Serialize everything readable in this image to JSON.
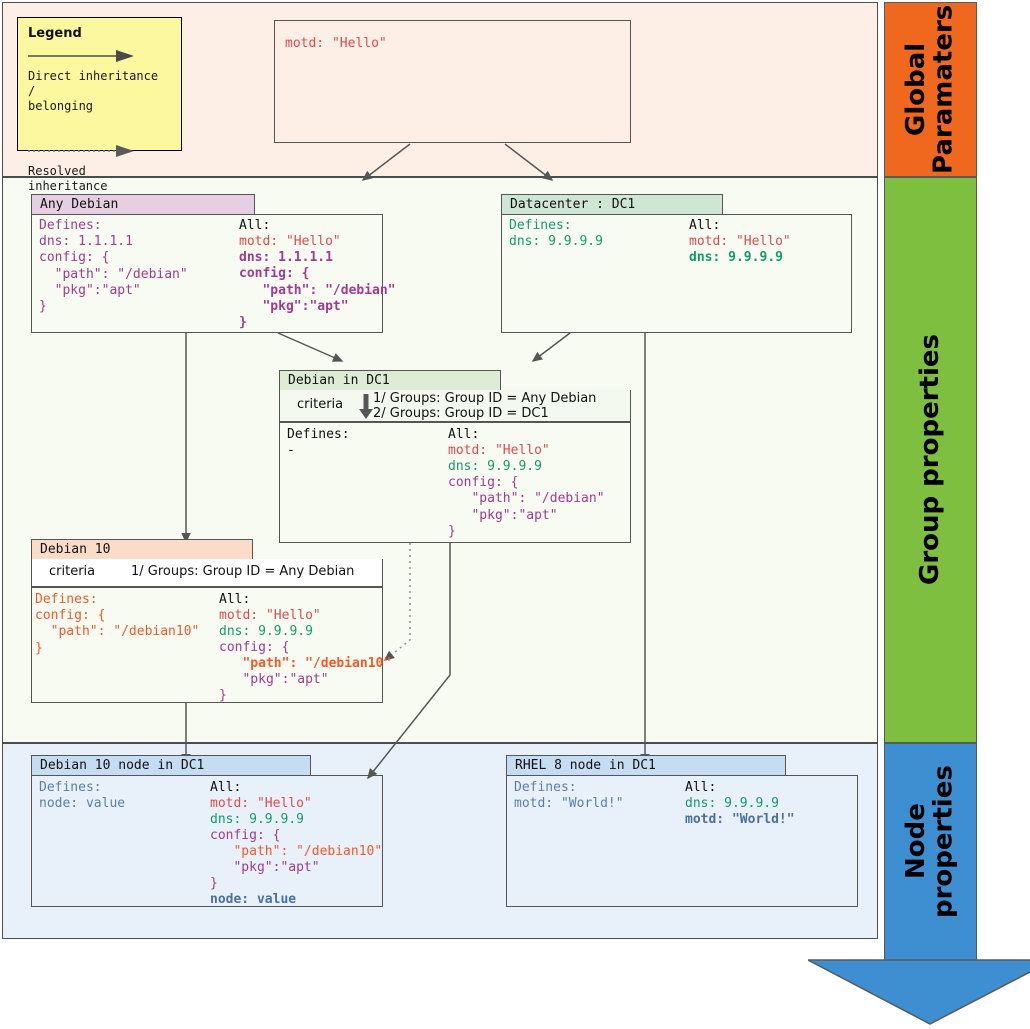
{
  "bands": {
    "global": {
      "label": "Global\nParamaters",
      "color": "#f0681e"
    },
    "group": {
      "label": "Group\nproperties",
      "color": "#7ebf3f"
    },
    "node": {
      "label": "Node\nproperties",
      "color": "#3d8fd1"
    }
  },
  "legend": {
    "title": "Legend",
    "solid_label": "Direct inheritance /\nbelonging",
    "dotted_label": "Resolved inheritance"
  },
  "global_box": {
    "text": "motd: \"Hello\""
  },
  "cards": {
    "any_debian": {
      "title": "Any Debian",
      "defines_label": "Defines:",
      "defines": "dns: 1.1.1.1\nconfig: {\n  \"path\": \"/debian\"\n  \"pkg\":\"apt\"\n}",
      "all_label": "All:",
      "all_plain": "motd: \"Hello\"",
      "all_bold": "dns: 1.1.1.1\nconfig: {\n   \"path\": \"/debian\"\n   \"pkg\":\"apt\"\n}"
    },
    "datacenter_dc1": {
      "title": "Datacenter : DC1",
      "defines_label": "Defines:",
      "defines": "dns: 9.9.9.9",
      "all_label": "All:",
      "all_plain": "motd: \"Hello\"",
      "all_bold": "dns: 9.9.9.9"
    },
    "debian_in_dc1": {
      "title": "Debian in DC1",
      "criteria_label": "criteria",
      "criteria_lines": "1/ Groups: Group ID = Any Debian\n2/ Groups: Group ID = DC1",
      "defines_label": "Defines:",
      "defines": "-",
      "all_label": "All:",
      "all_motd": "motd: \"Hello\"",
      "all_dns": "dns: 9.9.9.9",
      "all_config": "config: {\n   \"path\": \"/debian\"\n   \"pkg\":\"apt\"\n}"
    },
    "debian_10": {
      "title": "Debian 10",
      "criteria_label": "criteria",
      "criteria_lines": "1/ Groups: Group ID = Any Debian",
      "defines_label": "Defines:",
      "defines": "config: {\n  \"path\": \"/debian10\"\n}",
      "all_label": "All:",
      "all_motd": "motd: \"Hello\"",
      "all_dns": "dns: 9.9.9.9",
      "all_config_open": "config: {",
      "all_path_bold": "   \"path\": \"/debian10\"",
      "all_pkg": "   \"pkg\":\"apt\"",
      "all_close": "}"
    },
    "debian10_node": {
      "title": "Debian 10 node in DC1",
      "defines_label": "Defines:",
      "defines": "node: value",
      "all_label": "All:",
      "all_motd": "motd: \"Hello\"",
      "all_dns": "dns: 9.9.9.9",
      "all_config_open": "config: {",
      "all_path": "   \"path\": \"/debian10\"",
      "all_pkg": "   \"pkg\":\"apt\"",
      "all_close": "}",
      "all_node_bold": "node: value"
    },
    "rhel8_node": {
      "title": "RHEL 8 node in DC1",
      "defines_label": "Defines:",
      "defines": "motd: \"World!\"",
      "all_label": "All:",
      "all_dns": "dns: 9.9.9.9",
      "all_motd_bold": "motd: \"World!\""
    }
  },
  "colors": {
    "purple": "#a23a8f",
    "green": "#139b6d",
    "orange": "#f05a28",
    "red": "#e04a4a",
    "steel": "#5b7fa6",
    "header_purple": "#e6cfe3",
    "header_green": "#cfe6d4",
    "header_orange": "#fbdcc8",
    "header_blue": "#c5ddf2",
    "header_green_light": "#ddecd4"
  }
}
